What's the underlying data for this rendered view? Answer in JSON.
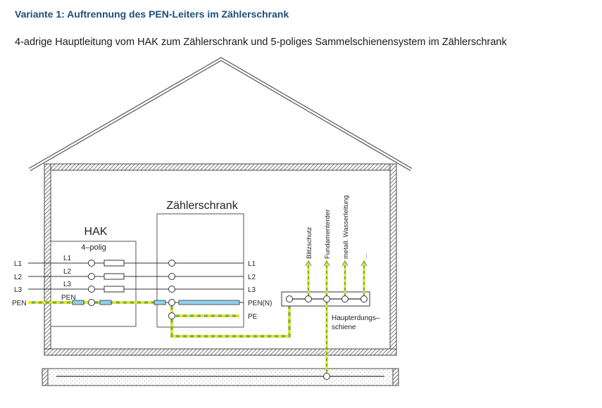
{
  "header": {
    "title": "Variante 1: Auftrennung des PEN-Leiters im Zählerschrank",
    "subtitle": "4-adrige Hauptleitung vom HAK zum Zählerschrank und 5-poliges Sammelschienensystem im Zählerschrank"
  },
  "diagram": {
    "hak_title": "HAK",
    "hak_subtitle": "4–polig",
    "meter_cabinet_title": "Zählerschrank",
    "left_labels": [
      "L1",
      "L2",
      "L3",
      "PEN"
    ],
    "hak_inner_labels": [
      "L1",
      "L2",
      "L3",
      "PEN"
    ],
    "right_labels": [
      "L1",
      "L2",
      "L3",
      "PEN(N)",
      "PE"
    ],
    "earthing_labels": [
      "Blitzschutz",
      "Fundamenterder",
      "metall. Wasserleitung",
      "..."
    ],
    "bar_label_line1": "Haupterdungs–",
    "bar_label_line2": "schiene"
  },
  "colors": {
    "title": "#1f4e79",
    "pe_yellow": "#f2e300",
    "pe_green": "#6fb04a",
    "neutral_blue": "#8fd3ec",
    "line": "#333333"
  }
}
